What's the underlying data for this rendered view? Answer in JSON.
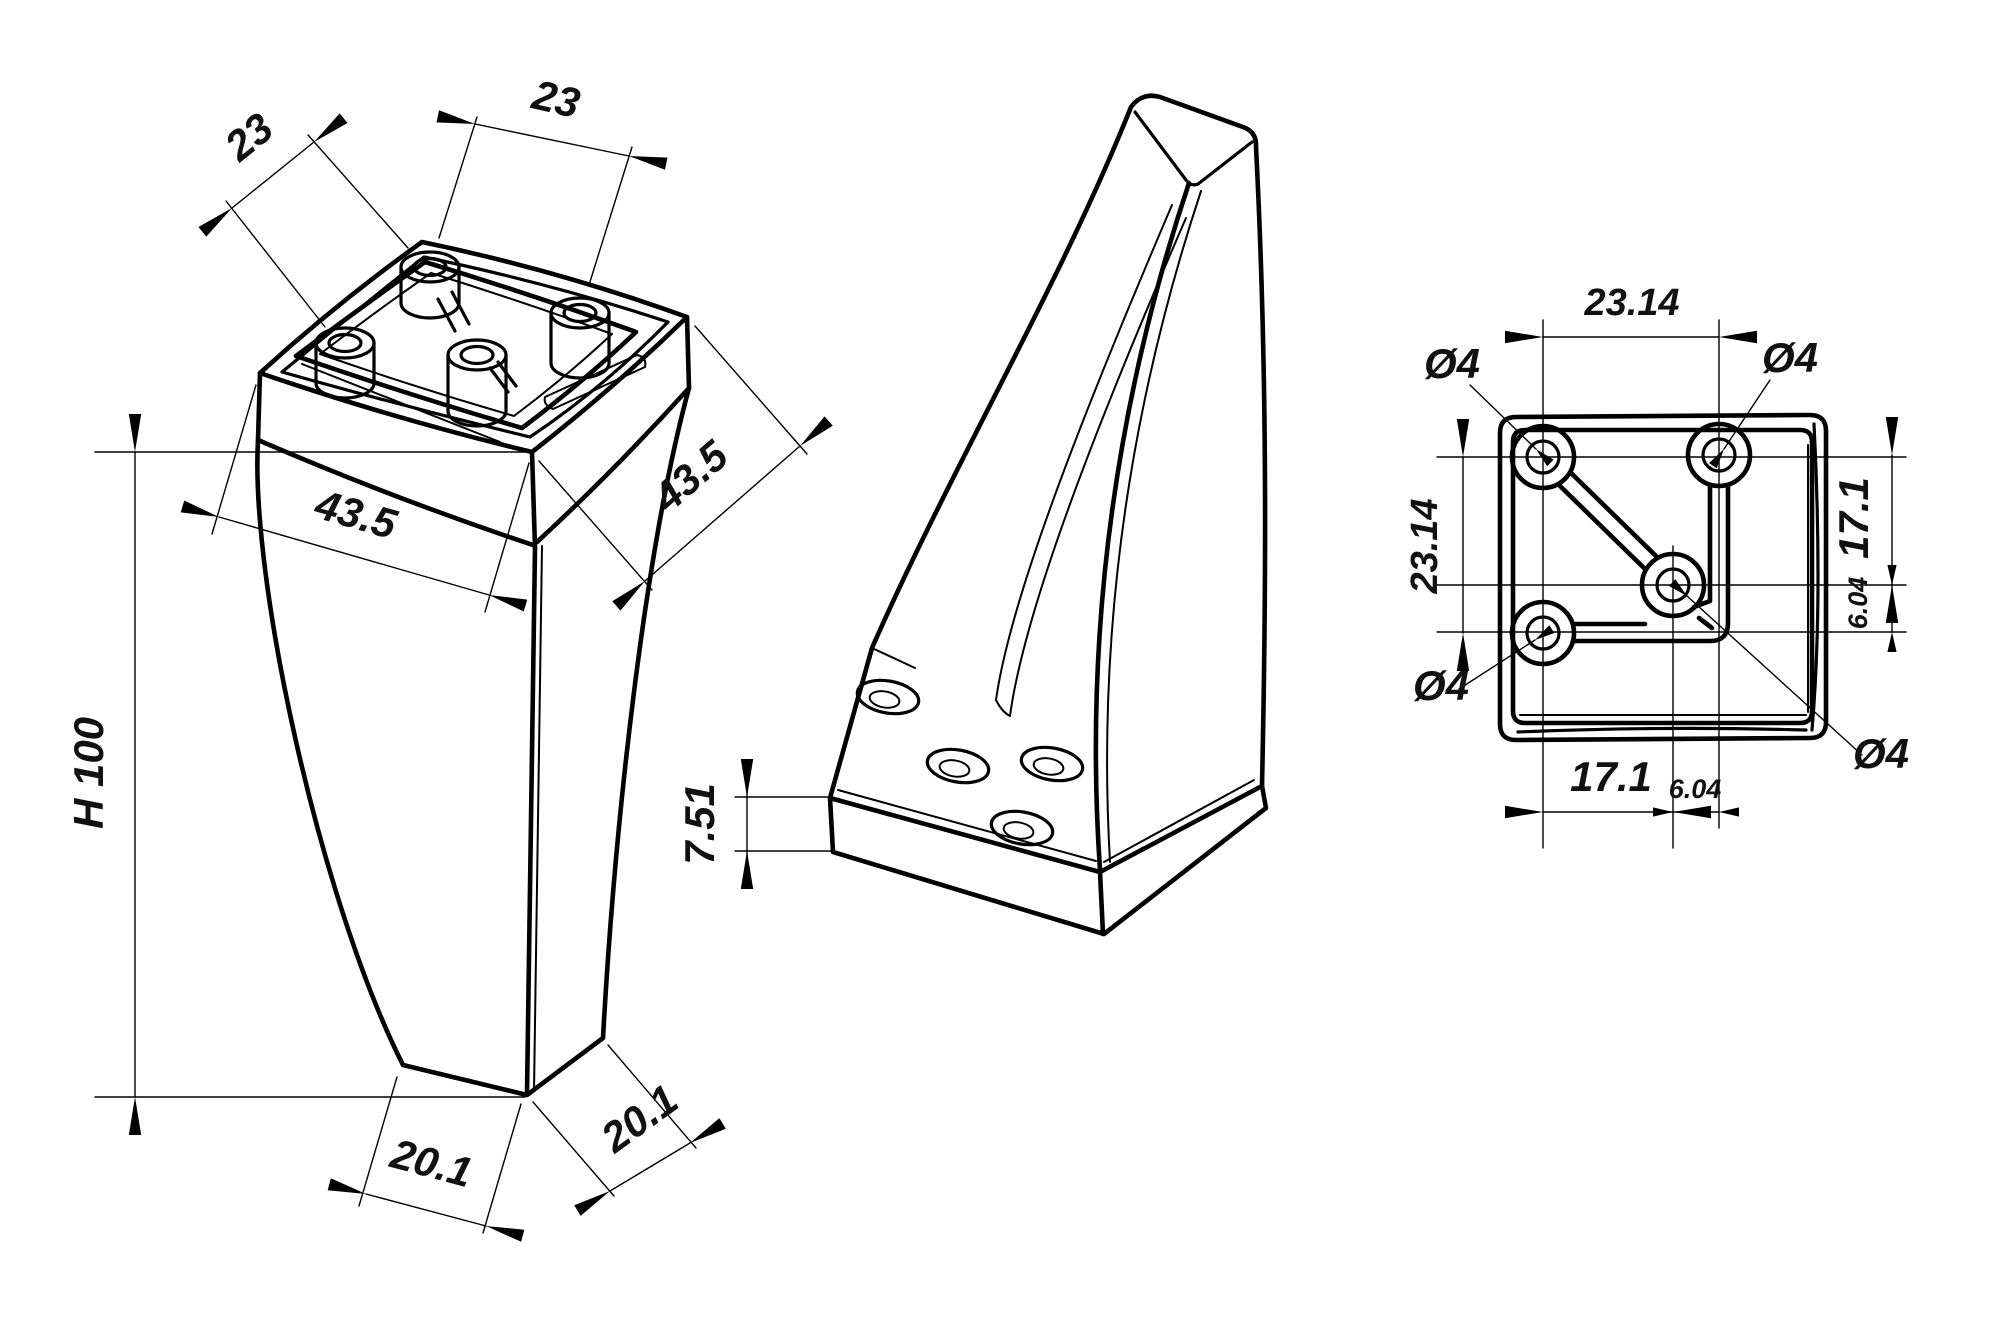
{
  "title": "Furniture leg technical drawing",
  "colors": {
    "background": "#ffffff",
    "line": "#000000",
    "text": "#111111"
  },
  "views": {
    "iso_top": {
      "label": "isometric-top-view",
      "dims": {
        "boss_spacing_left": "23",
        "boss_spacing_right": "23",
        "top_width_left": "43.5",
        "top_width_right": "43.5",
        "height": "H 100",
        "foot_width_left": "20.1",
        "foot_width_right": "20.1"
      }
    },
    "iso_bottom": {
      "label": "isometric-bottom-view",
      "dims": {
        "plate_thickness": "7.51"
      }
    },
    "plate_plan": {
      "label": "mounting-plate-plan-view",
      "dims": {
        "hole_spacing_top": "23.14",
        "hole_spacing_left": "23.14",
        "center_offset_right": "17.1",
        "center_inset_right": "6.04",
        "center_offset_bottom": "17.1",
        "center_inset_bottom": "6.04",
        "hole_dia_tl": "Ø4",
        "hole_dia_tr": "Ø4",
        "hole_dia_bl": "Ø4",
        "hole_dia_center": "Ø4"
      }
    }
  }
}
